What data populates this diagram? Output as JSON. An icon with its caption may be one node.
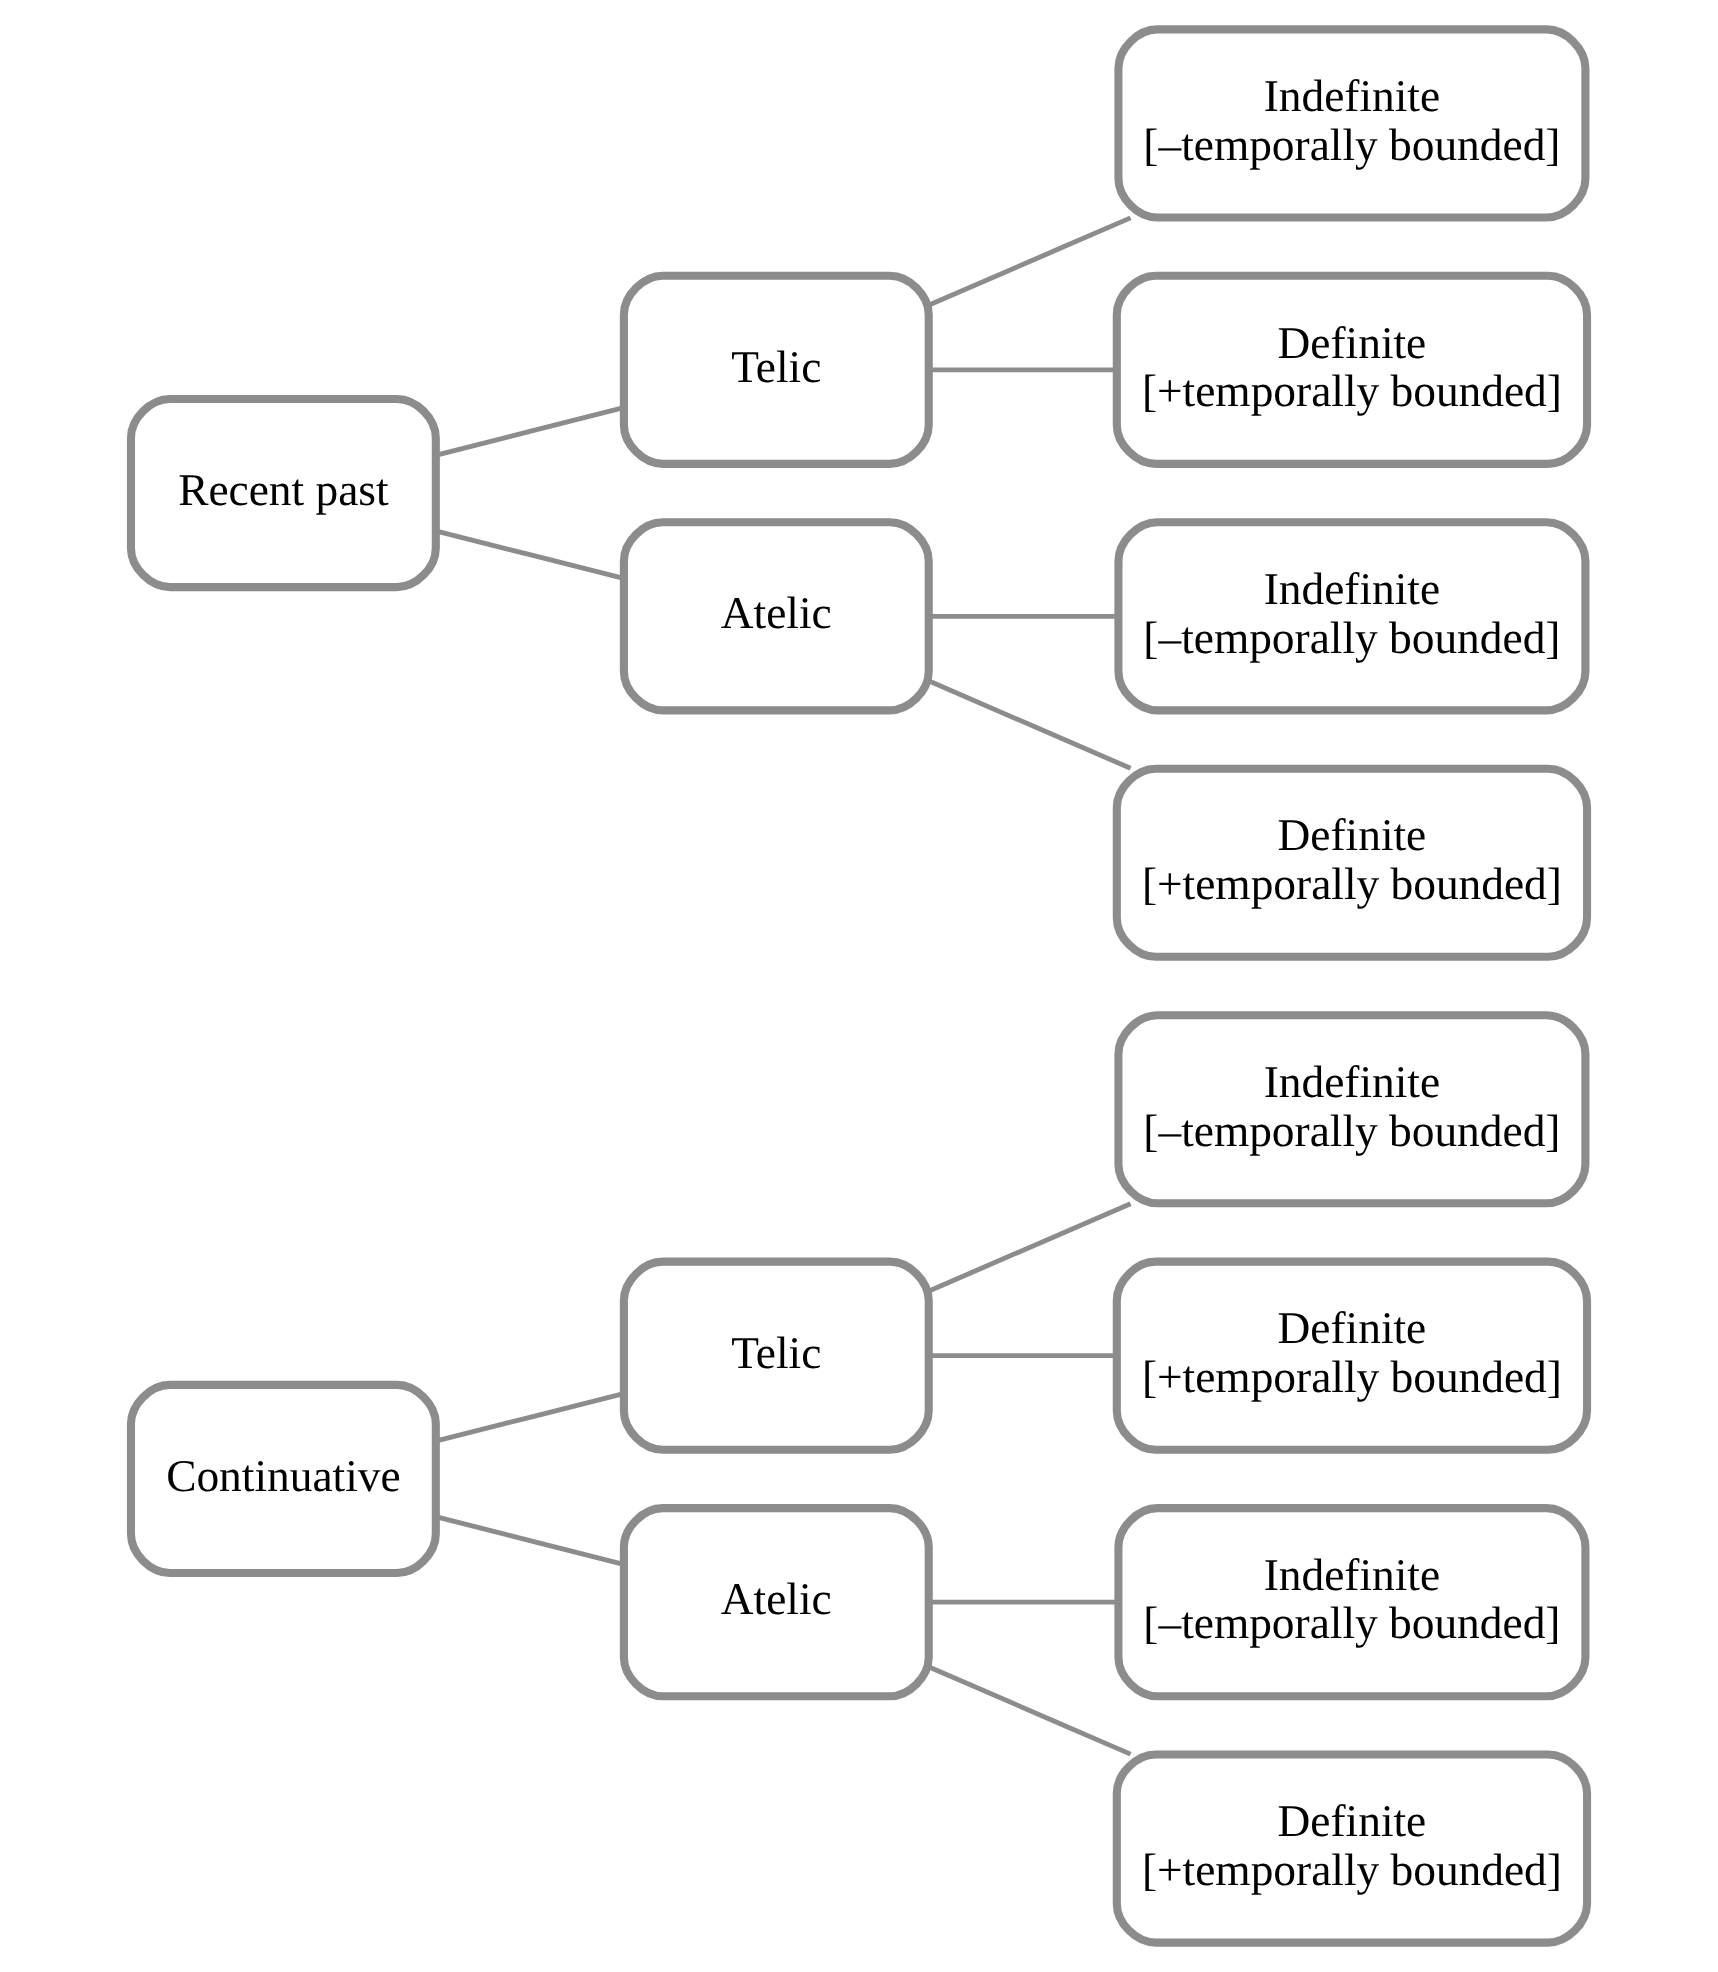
{
  "diagram": {
    "nodes": [
      {
        "text": [
          "Continuative"
        ]
      },
      {
        "text": [
          "Telic"
        ]
      },
      {
        "text": [
          "Indefinite",
          "[–temporally bounded]"
        ]
      },
      {
        "text": [
          "Definite",
          "[+temporally bounded]"
        ]
      },
      {
        "text": [
          "Atelic"
        ]
      },
      {
        "text": [
          "Indefinite",
          "[–temporally bounded]"
        ]
      },
      {
        "text": [
          "Definite",
          "[+temporally bounded]"
        ]
      },
      {
        "text": [
          "Recent past"
        ]
      },
      {
        "text": [
          "Telic"
        ]
      },
      {
        "text": [
          "Indefinite",
          "[–temporally bounded]"
        ]
      },
      {
        "text": [
          "Definite",
          "[+temporally bounded]"
        ]
      },
      {
        "text": [
          "Atelic"
        ]
      },
      {
        "text": [
          "Indefinite",
          "[–temporally bounded]"
        ]
      },
      {
        "text": [
          "Definite",
          "[+temporally bounded]"
        ]
      }
    ],
    "edges": [
      {
        "from": 0,
        "to": 1,
        "arrow": "none"
      },
      {
        "from": 1,
        "to": 2,
        "arrow": "none"
      },
      {
        "from": 1,
        "to": 3,
        "arrow": "none"
      },
      {
        "from": 0,
        "to": 4,
        "arrow": "none"
      },
      {
        "from": 4,
        "to": 5,
        "arrow": "none"
      },
      {
        "from": 4,
        "to": 6,
        "arrow": "none"
      },
      {
        "from": 7,
        "to": 8,
        "arrow": "none"
      },
      {
        "from": 8,
        "to": 9,
        "arrow": "none"
      },
      {
        "from": 8,
        "to": 10,
        "arrow": "none"
      },
      {
        "from": 7,
        "to": 11,
        "arrow": "none"
      },
      {
        "from": 11,
        "to": 12,
        "arrow": "none"
      },
      {
        "from": 11,
        "to": 13,
        "arrow": "none"
      }
    ]
  }
}
